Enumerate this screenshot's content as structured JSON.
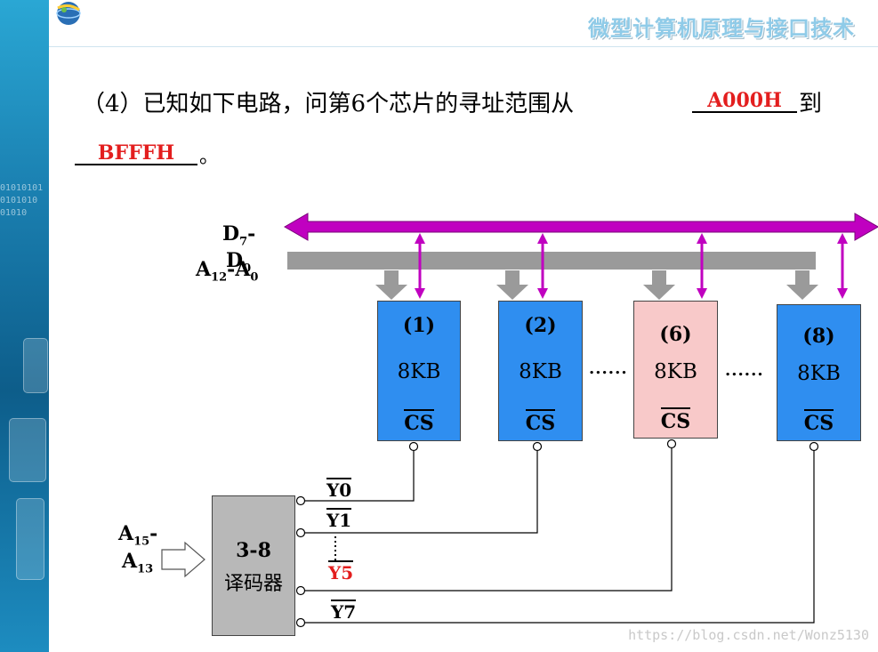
{
  "header": {
    "title": "微型计算机原理与接口技术"
  },
  "question": {
    "line1": "（4）已知如下电路，问第6个芯片的寻址范围从",
    "answer_start": "A000H",
    "connector": "到",
    "answer_end": "BFFFH",
    "end_punct": "。"
  },
  "bus": {
    "data_label_main": "D",
    "data_label_sub1": "7",
    "data_label_dash": "-",
    "data_label_main2": "D",
    "data_label_sub2": "0",
    "addr_label_main": "A",
    "addr_label_sub1": "12",
    "addr_label_dash": "-",
    "addr_label_main2": "A",
    "addr_label_sub2": "0"
  },
  "chips": [
    {
      "num": "(1)",
      "size": "8KB",
      "cs": "CS",
      "color": "#2f8ef0"
    },
    {
      "num": "(2)",
      "size": "8KB",
      "cs": "CS",
      "color": "#2f8ef0"
    },
    {
      "num": "(6)",
      "size": "8KB",
      "cs": "CS",
      "color": "#f8c9c9"
    },
    {
      "num": "(8)",
      "size": "8KB",
      "cs": "CS",
      "color": "#2f8ef0"
    }
  ],
  "dots": "......",
  "decoder": {
    "line1": "3-8",
    "line2": "译码器",
    "input_main": "A",
    "input_sub1": "15",
    "input_dash": "-",
    "input_main2": "A",
    "input_sub2": "13"
  },
  "outputs": [
    {
      "label": "Y0",
      "color": "#000000"
    },
    {
      "label": "Y1",
      "color": "#000000"
    },
    {
      "label": "Y5",
      "color": "#e31e1e"
    },
    {
      "label": "Y7",
      "color": "#000000"
    }
  ],
  "colors": {
    "data_bus": "#c000c0",
    "addr_bus": "#999999",
    "answer": "#e31e1e"
  },
  "watermark": "https://blog.csdn.net/Wonz5130"
}
